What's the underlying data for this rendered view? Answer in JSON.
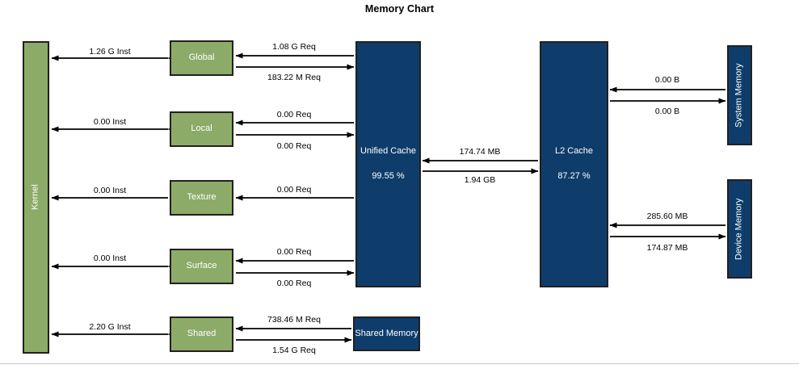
{
  "title": "Memory Chart",
  "palette": {
    "green": "#8cab68",
    "blue": "#0e3d6b",
    "border": "#231f20",
    "text_on_node": "#ffffff",
    "label_text": "#000000",
    "background": "#ffffff",
    "rule": "#c9c9c9"
  },
  "nodes": {
    "kernel": {
      "label": "Kernel",
      "color": "green",
      "orientation": "vertical"
    },
    "global": {
      "label": "Global",
      "color": "green",
      "orientation": "horizontal"
    },
    "local": {
      "label": "Local",
      "color": "green",
      "orientation": "horizontal"
    },
    "texture": {
      "label": "Texture",
      "color": "green",
      "orientation": "horizontal"
    },
    "surface": {
      "label": "Surface",
      "color": "green",
      "orientation": "horizontal"
    },
    "shared": {
      "label": "Shared",
      "color": "green",
      "orientation": "horizontal"
    },
    "unified_cache": {
      "label": "Unified Cache",
      "percent": "99.55 %",
      "color": "blue",
      "orientation": "horizontal"
    },
    "l2_cache": {
      "label": "L2 Cache",
      "percent": "87.27 %",
      "color": "blue",
      "orientation": "horizontal"
    },
    "system_memory": {
      "label": "System Memory",
      "color": "blue",
      "orientation": "vertical"
    },
    "device_memory": {
      "label": "Device Memory",
      "color": "blue",
      "orientation": "vertical"
    },
    "shared_memory": {
      "label": "Shared Memory",
      "color": "blue",
      "orientation": "horizontal"
    }
  },
  "edges": {
    "kernel_global": {
      "value": "1.26 G Inst",
      "from": "global",
      "to": "kernel",
      "bidirectional": true
    },
    "kernel_local": {
      "value": "0.00 Inst",
      "from": "local",
      "to": "kernel",
      "bidirectional": true
    },
    "kernel_texture": {
      "value": "0.00 Inst",
      "from": "texture",
      "to": "kernel",
      "bidirectional": false
    },
    "kernel_surface": {
      "value": "0.00 Inst",
      "from": "surface",
      "to": "kernel",
      "bidirectional": true
    },
    "kernel_shared": {
      "value": "2.20 G Inst",
      "from": "shared",
      "to": "kernel",
      "bidirectional": true
    },
    "global_in": {
      "value": "1.08 G Req",
      "from": "unified_cache",
      "to": "global"
    },
    "global_out": {
      "value": "183.22 M Req",
      "from": "global",
      "to": "unified_cache"
    },
    "local_in": {
      "value": "0.00 Req",
      "from": "unified_cache",
      "to": "local"
    },
    "local_out": {
      "value": "0.00 Req",
      "from": "local",
      "to": "unified_cache"
    },
    "texture_in": {
      "value": "0.00 Req",
      "from": "unified_cache",
      "to": "texture"
    },
    "surface_in": {
      "value": "0.00 Req",
      "from": "unified_cache",
      "to": "surface"
    },
    "surface_out": {
      "value": "0.00 Req",
      "from": "surface",
      "to": "unified_cache"
    },
    "shared_in": {
      "value": "738.46 M Req",
      "from": "shared_memory",
      "to": "shared"
    },
    "shared_out": {
      "value": "1.54 G Req",
      "from": "shared",
      "to": "shared_memory"
    },
    "l2_to_unified": {
      "value": "174.74 MB",
      "from": "l2_cache",
      "to": "unified_cache"
    },
    "unified_to_l2": {
      "value": "1.94 GB",
      "from": "unified_cache",
      "to": "l2_cache"
    },
    "sysmem_to_l2": {
      "value": "0.00 B",
      "from": "system_memory",
      "to": "l2_cache"
    },
    "l2_to_sysmem": {
      "value": "0.00 B",
      "from": "l2_cache",
      "to": "system_memory"
    },
    "devmem_to_l2": {
      "value": "285.60 MB",
      "from": "device_memory",
      "to": "l2_cache"
    },
    "l2_to_devmem": {
      "value": "174.87 MB",
      "from": "l2_cache",
      "to": "device_memory"
    }
  }
}
